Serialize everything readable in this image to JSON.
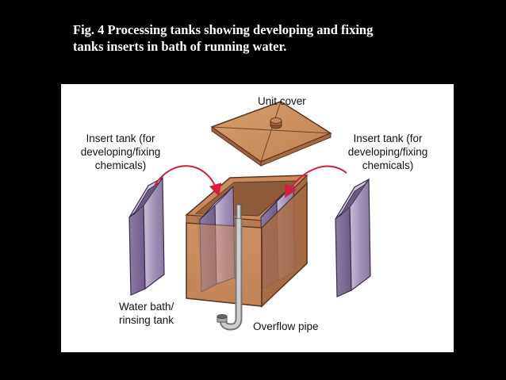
{
  "title": {
    "line1": "Fig. 4 Processing tanks showing developing and fixing",
    "line2": "tanks inserts in bath of running water."
  },
  "labels": {
    "unit_cover": "Unit cover",
    "insert_left": [
      "Insert tank (for",
      "developing/fixing",
      "chemicals)"
    ],
    "insert_right": [
      "Insert tank (for",
      "developing/fixing",
      "chemicals)"
    ],
    "water_bath": [
      "Water bath/",
      "rinsing tank"
    ],
    "overflow_pipe": "Overflow pipe"
  },
  "colors": {
    "background": "#000000",
    "panel": "#ffffff",
    "tank_wood": "#c98b5e",
    "insert_purple": "#a898b8",
    "arrow": "#d0203a"
  }
}
